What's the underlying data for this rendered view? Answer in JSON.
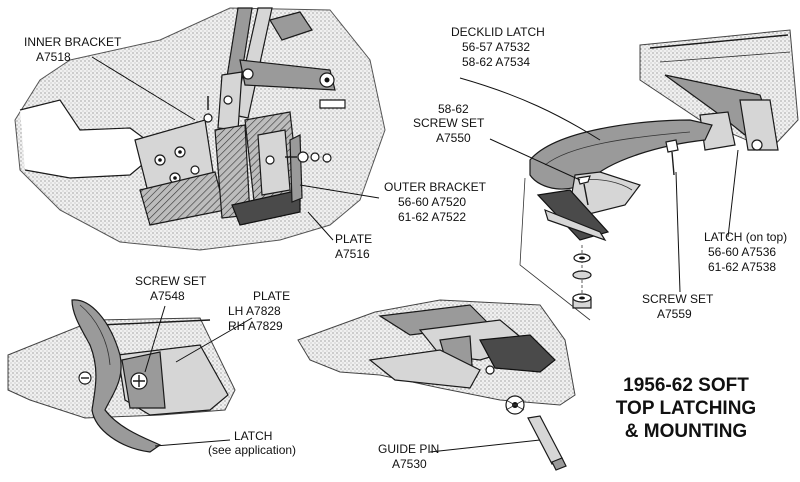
{
  "title": {
    "line1": "1956-62 SOFT",
    "line2": "TOP LATCHING",
    "line3": "& MOUNTING"
  },
  "labels": {
    "inner_bracket": {
      "name": "INNER BRACKET",
      "part": "A7518"
    },
    "outer_bracket": {
      "name": "OUTER BRACKET",
      "line1": "56-60  A7520",
      "line2": "61-62  A7522"
    },
    "plate_top": {
      "name": "PLATE",
      "part": "A7516"
    },
    "decklid_latch": {
      "name": "DECKLID LATCH",
      "line1": "56-57  A7532",
      "line2": "58-62  A7534"
    },
    "screw_set_a7550": {
      "line1": "58-62",
      "line2": "SCREW SET",
      "part": "A7550"
    },
    "latch_on_top": {
      "name": "LATCH (on top)",
      "line1": "56-60  A7536",
      "line2": "61-62  A7538"
    },
    "screw_set_a7559": {
      "name": "SCREW SET",
      "part": "A7559"
    },
    "screw_set_a7548": {
      "name": "SCREW SET",
      "part": "A7548"
    },
    "plate_lhrh": {
      "name": "PLATE",
      "line1": "LH  A7828",
      "line2": "RH  A7829"
    },
    "latch_bottom": {
      "name": "LATCH",
      "line1": "(see application)"
    },
    "guide_pin": {
      "name": "GUIDE PIN",
      "part": "A7530"
    }
  }
}
